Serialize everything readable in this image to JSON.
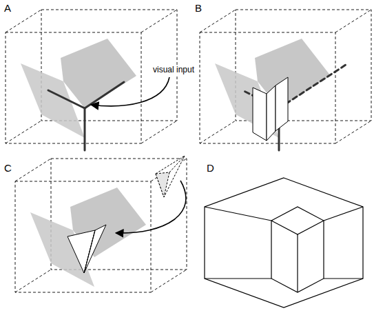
{
  "diagram": {
    "labels": [
      "A",
      "B",
      "C",
      "D",
      "visual input"
    ]
  }
}
